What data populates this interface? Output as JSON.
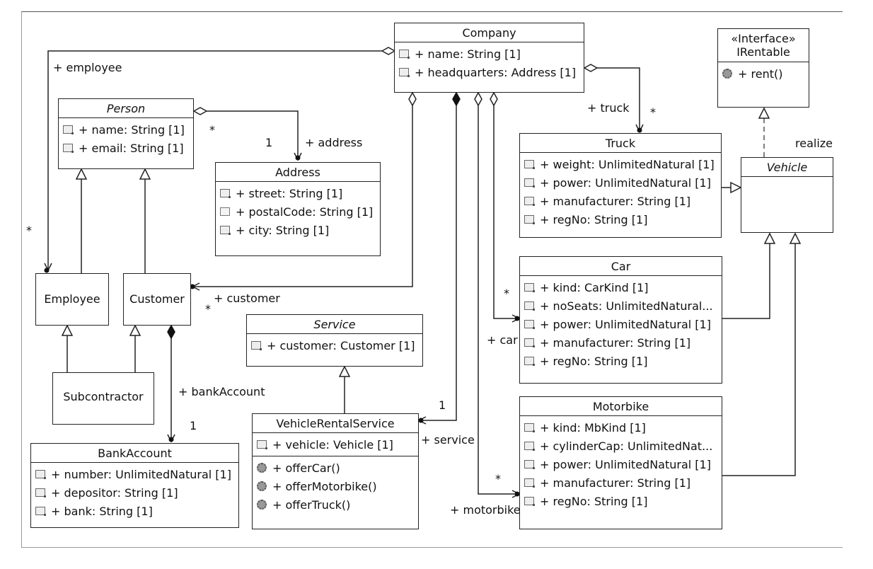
{
  "classes": {
    "company": {
      "name": "Company",
      "attrs": [
        "+ name: String [1]",
        "+ headquarters: Address [1]"
      ]
    },
    "irentable": {
      "stereotype": "«Interface»",
      "name": "IRentable",
      "ops": [
        "+ rent()"
      ]
    },
    "person": {
      "name": "Person",
      "attrs": [
        "+ name: String [1]",
        "+ email: String [1]"
      ]
    },
    "address": {
      "name": "Address",
      "attrs": [
        "+ street: String [1]",
        "+ postalCode: String [1]",
        "+ city: String [1]"
      ]
    },
    "truck": {
      "name": "Truck",
      "attrs": [
        "+ weight: UnlimitedNatural [1]",
        "+ power: UnlimitedNatural [1]",
        "+ manufacturer: String [1]",
        "+ regNo: String [1]"
      ]
    },
    "vehicle": {
      "name": "Vehicle"
    },
    "car": {
      "name": "Car",
      "attrs": [
        "+ kind: CarKind [1]",
        "+ noSeats: UnlimitedNatural...",
        "+ power: UnlimitedNatural [1]",
        "+ manufacturer: String [1]",
        "+ regNo: String [1]"
      ]
    },
    "employee": {
      "name": "Employee"
    },
    "customer": {
      "name": "Customer"
    },
    "service": {
      "name": "Service",
      "attrs": [
        "+ customer: Customer [1]"
      ]
    },
    "subcontractor": {
      "name": "Subcontractor"
    },
    "vehiclerentalservice": {
      "name": "VehicleRentalService",
      "attrs": [
        "+ vehicle: Vehicle [1]"
      ],
      "ops": [
        "+ offerCar()",
        "+ offerMotorbike()",
        "+ offerTruck()"
      ]
    },
    "motorbike": {
      "name": "Motorbike",
      "attrs": [
        "+ kind: MbKind [1]",
        "+ cylinderCap: UnlimitedNat...",
        "+ power: UnlimitedNatural [1]",
        "+ manufacturer: String [1]",
        "+ regNo: String [1]"
      ]
    },
    "bankaccount": {
      "name": "BankAccount",
      "attrs": [
        "+ number: UnlimitedNatural [1]",
        "+ depositor: String [1]",
        "+ bank: String [1]"
      ]
    }
  },
  "labels": {
    "employee_role": "+ employee",
    "employee_mult": "*",
    "person_address_mult_src": "*",
    "address_mult": "1",
    "address_role": "+ address",
    "truck_role": "+ truck",
    "truck_mult": "*",
    "realize": "realize",
    "customer_role": "+ customer",
    "customer_mult": "*",
    "car_mult": "*",
    "car_role": "+ car",
    "bankaccount_role": "+ bankAccount",
    "bankaccount_mult": "1",
    "service_mult": "1",
    "service_role": "+ service",
    "motorbike_mult": "*",
    "motorbike_role": "+ motorbike"
  }
}
